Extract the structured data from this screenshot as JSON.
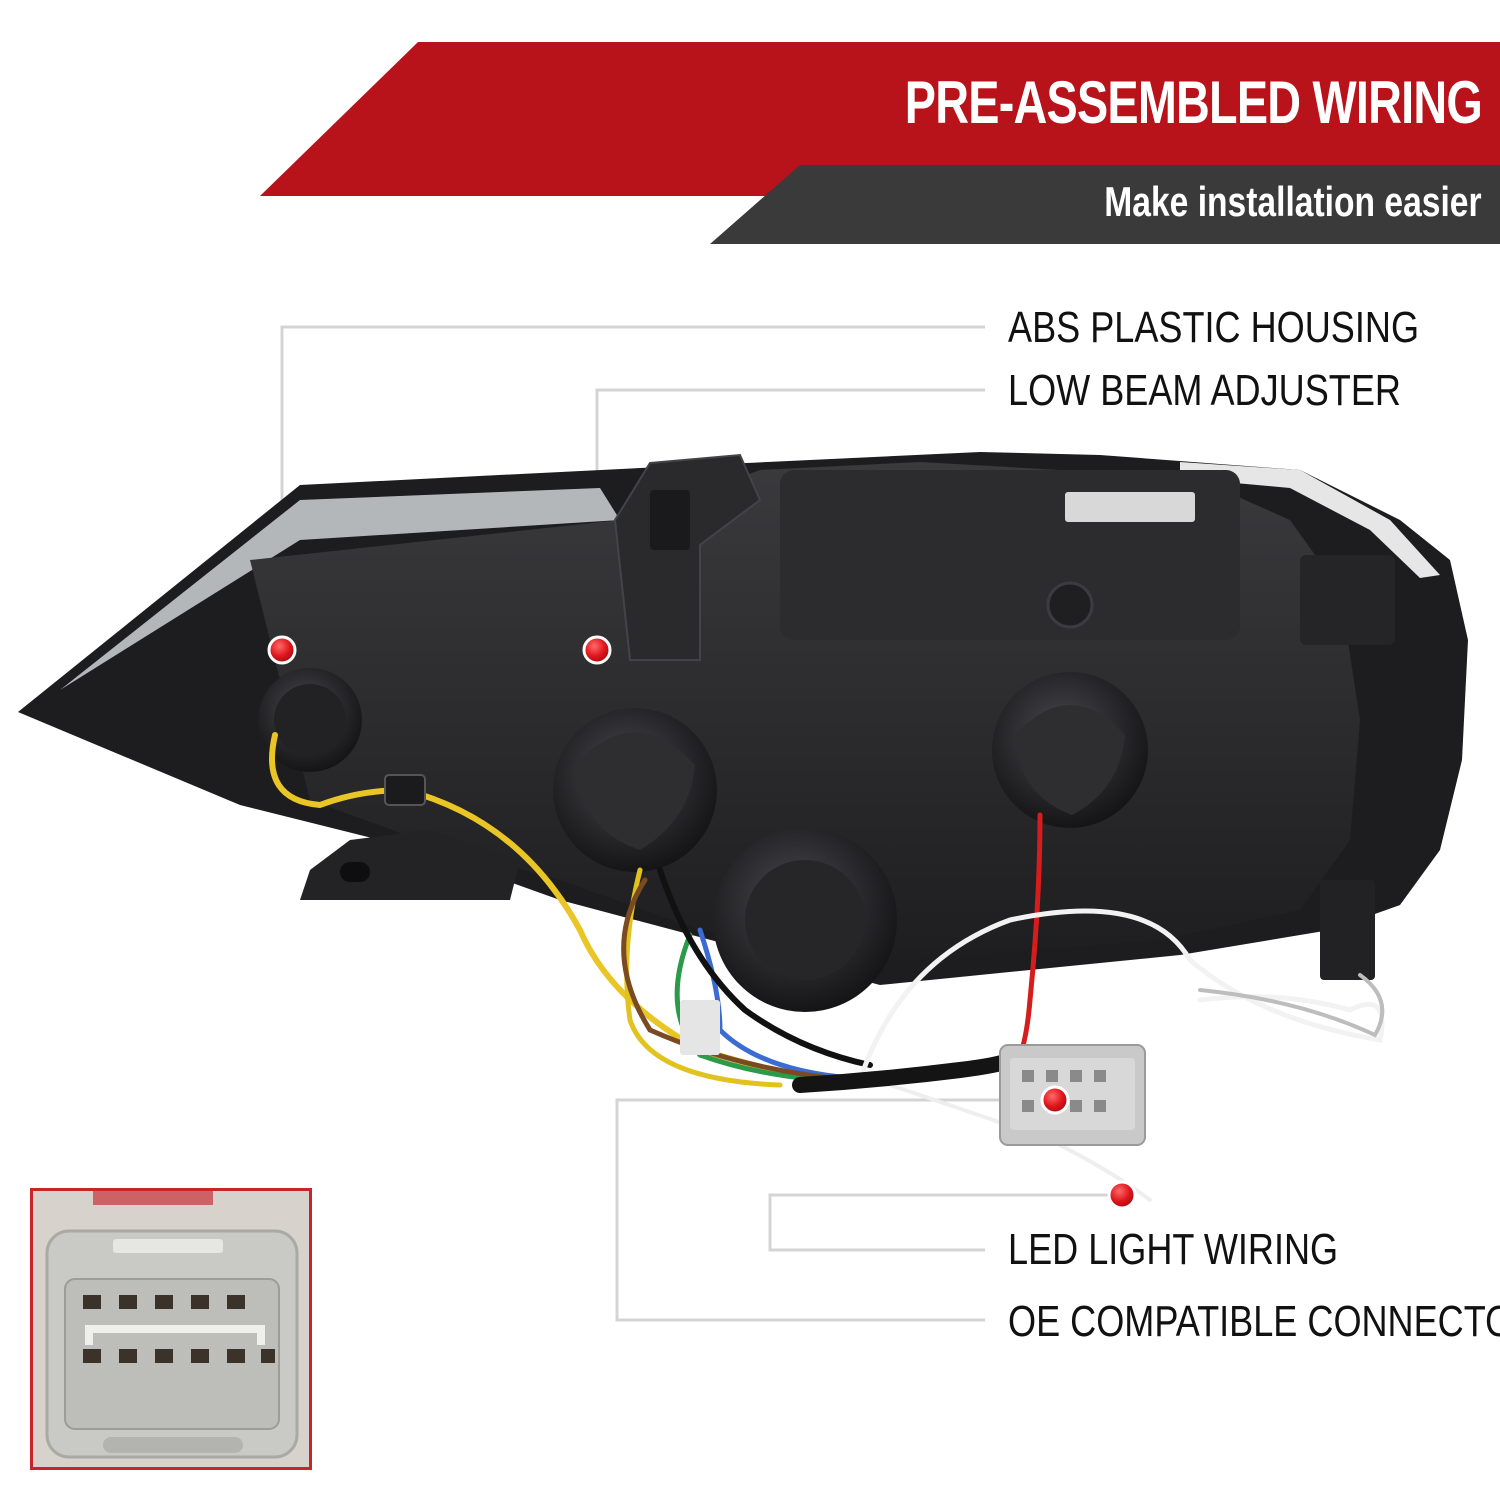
{
  "banner": {
    "title": "PRE-ASSEMBLED WIRING",
    "subtitle": "Make installation easier",
    "colors": {
      "red": "#b8121a",
      "dark": "#3a3a3a"
    }
  },
  "callouts": [
    {
      "label": "ABS PLASTIC HOUSING"
    },
    {
      "label": "LOW BEAM ADJUSTER"
    },
    {
      "label": "LED LIGHT WIRING"
    },
    {
      "label": "OE COMPATIBLE CONNECTOR"
    }
  ],
  "colors": {
    "marker": "#e0161c",
    "leader_line": "#d4d4d4",
    "inset_border": "#c8252a",
    "housing": "#2a2a2c"
  }
}
